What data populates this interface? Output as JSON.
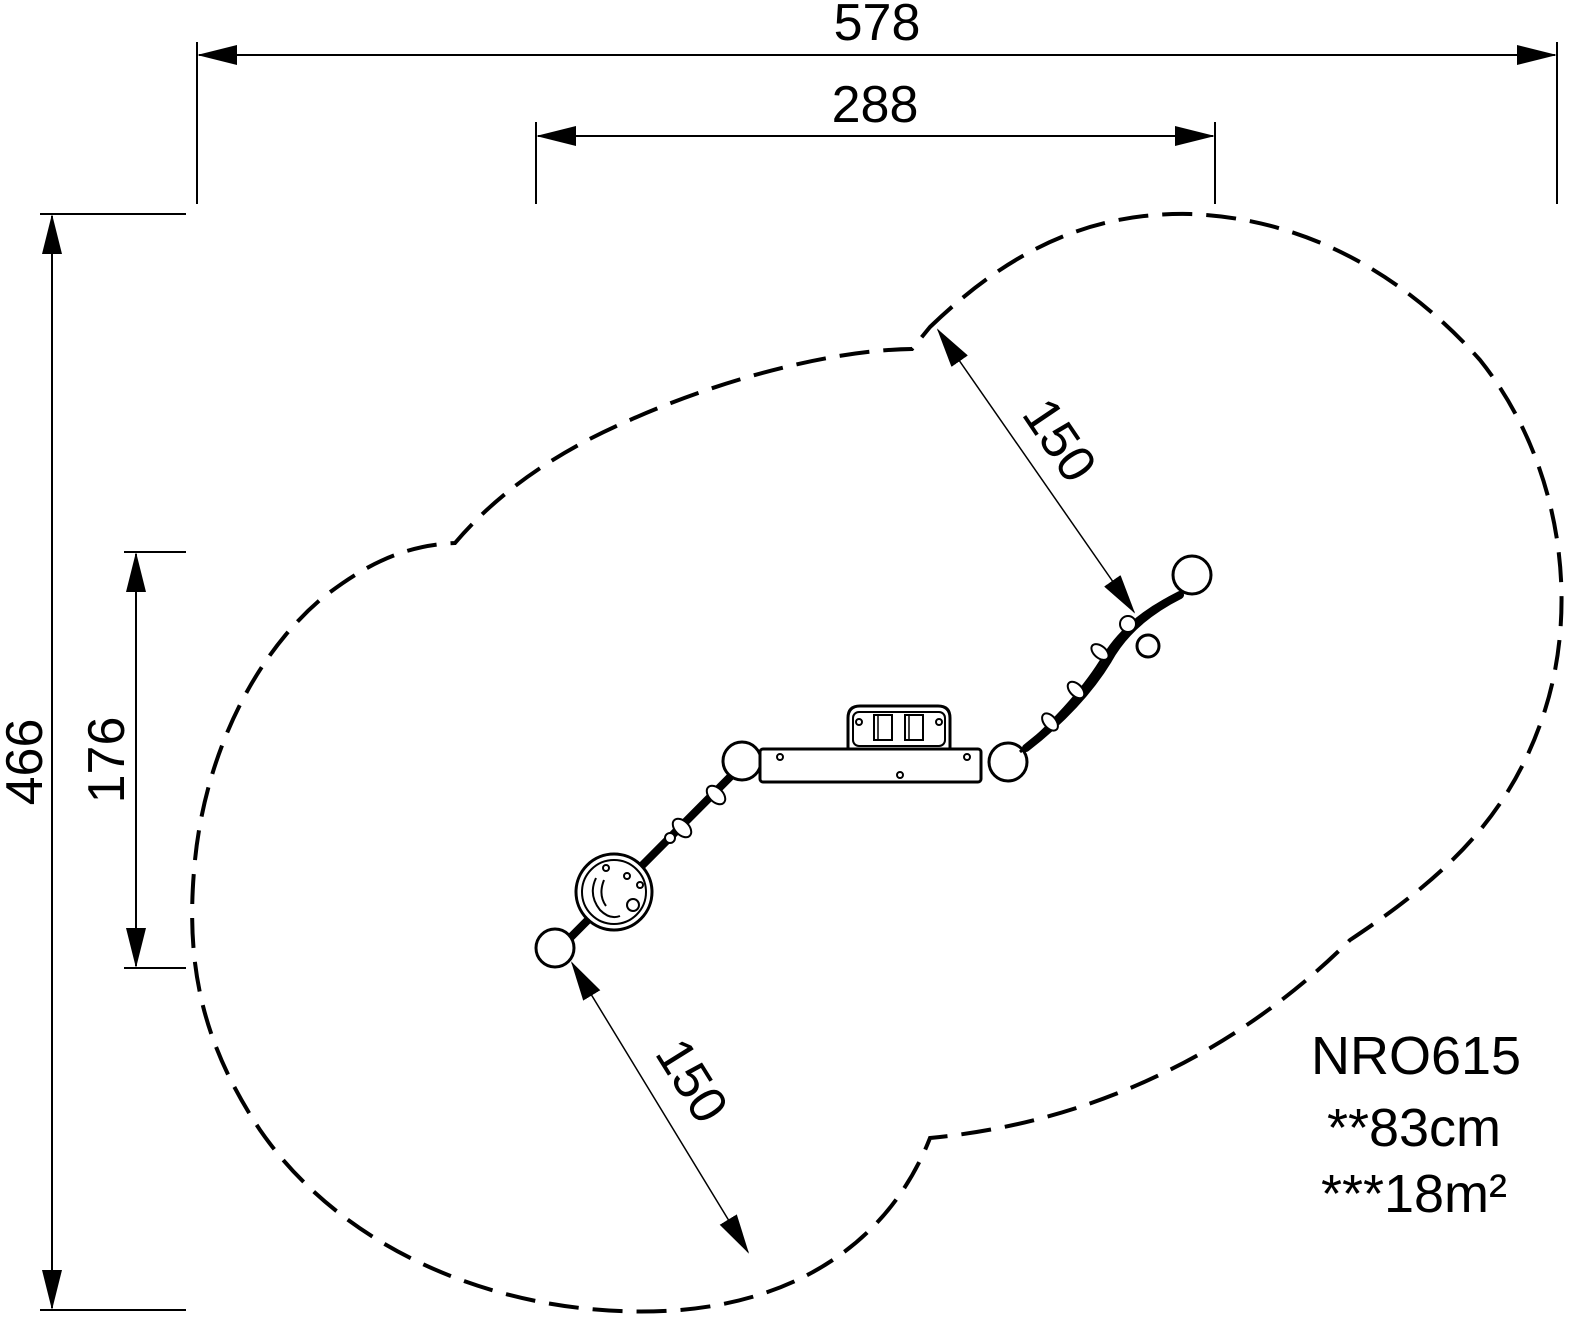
{
  "dimensions": {
    "overall_width": "578",
    "inner_width": "288",
    "overall_depth": "466",
    "inner_depth": "176",
    "clearance_top": "150",
    "clearance_bottom": "150"
  },
  "product": {
    "code": "NRO615",
    "height": "**83cm",
    "area": "***18m²"
  },
  "colors": {
    "line": "#000000",
    "background": "#ffffff"
  }
}
